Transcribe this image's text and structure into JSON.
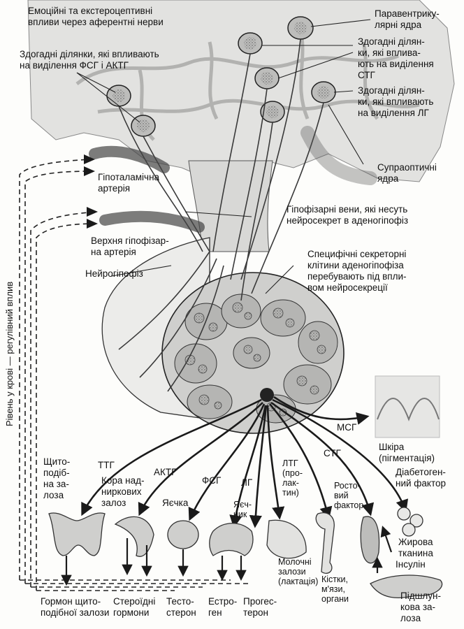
{
  "labels": {
    "emotional": "Емоційні та екстероцептивні\nвпливи через аферентні нерви",
    "fsh_acth_areas": "Здогадні ділянки, які впливають\nна виділення ФСГ і АКТГ",
    "paraventricular": "Паравентрику-\nлярні ядра",
    "stg_areas": "Здогадні ділян-\nки, які вплива-\nють на виділення\nСТГ",
    "lg_areas": "Здогадні ділян-\nки, які впливають\nна виділення ЛГ",
    "supraoptic": "Супраоптичні\nядра",
    "hypothalamic_artery": "Гіпоталамічна\nартерія",
    "pituitary_veins": "Гіпофізарні вени, які несуть\nнейросекрет в аденогіпофіз",
    "superior_artery": "Верхня гіпофізар-\nна артерія",
    "neurohypophysis": "Нейрогіпофіз",
    "specific_cells": "Специфічні секреторні\nклітини аденогіпофіза\nперебувають під впли-\nвом нейросекреції",
    "blood_level": "Рівень у крові — регулівний вплив",
    "msg": "МСГ",
    "skin": "Шкіра\n(пігментація)",
    "ttg": "ТТГ",
    "acth": "АКТГ",
    "fsg": "ФСГ",
    "lg": "ЛГ",
    "ltg": "ЛТГ\n(про-\nлак-\nтин)",
    "stg": "СТГ",
    "diabetogenic": "Діабетоген-\nний фактор",
    "growth_factor": "Росто-\nвий\nфактор",
    "thyroid": "Щито-\nподіб-\nна за-\nлоза",
    "adrenal_cortex": "Кора над-\nниркових\nзалоз",
    "testes": "Яєчка",
    "ovaries": "Яєч-\nник",
    "mammary": "Молочні\nзалози\n(лактація)",
    "bones": "Кістки,\nм'язи,\nоргани",
    "adipose": "Жирова\nтканина",
    "insulin": "Інсулін",
    "pancreas": "Підшлун-\nкова за-\nлоза",
    "thyroid_hormone": "Гормон щито-\nподібної залози",
    "steroid": "Стероїдні\nгормони",
    "testosterone": "Тесто-\nстерон",
    "estrogen": "Естро-\nген",
    "progesterone": "Прогес-\nтерон"
  },
  "colors": {
    "ink": "#1a1a1a",
    "tissue": "#d8d8d6",
    "tissue_dark": "#9a9a98",
    "nucleus": "#6e6e6c",
    "paper": "#fdfdfb"
  }
}
